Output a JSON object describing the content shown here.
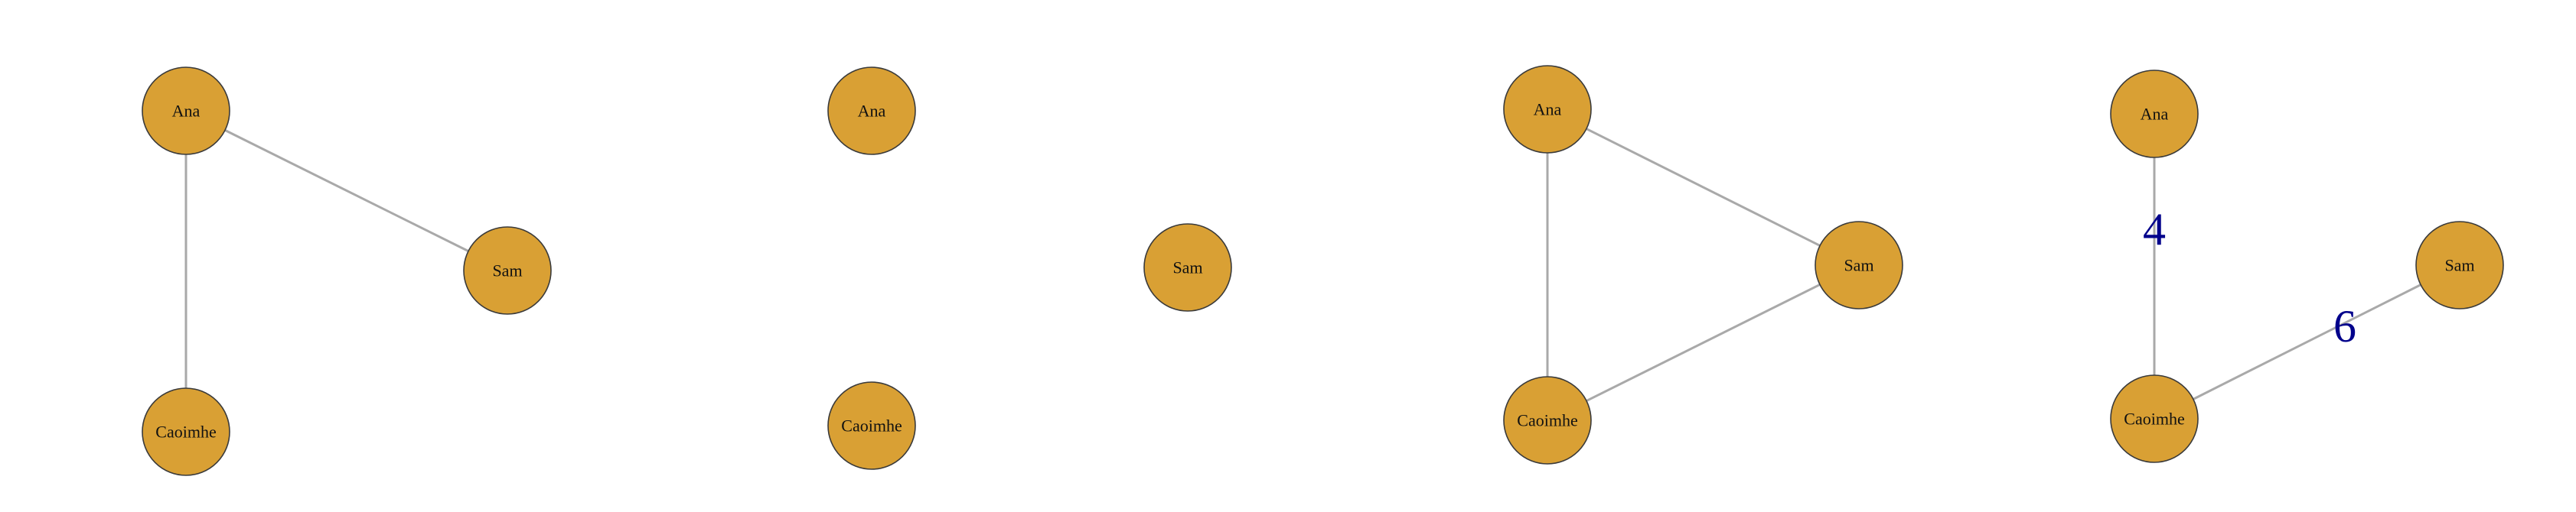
{
  "graphs": [
    {
      "nodes": [
        "Ana",
        "Sam",
        "Caoimhe"
      ],
      "edges": [
        {
          "from": "Ana",
          "to": "Sam",
          "label": ""
        },
        {
          "from": "Ana",
          "to": "Caoimhe",
          "label": ""
        }
      ]
    },
    {
      "nodes": [
        "Ana",
        "Sam",
        "Caoimhe"
      ],
      "edges": []
    },
    {
      "nodes": [
        "Ana",
        "Sam",
        "Caoimhe"
      ],
      "edges": [
        {
          "from": "Ana",
          "to": "Sam",
          "label": ""
        },
        {
          "from": "Ana",
          "to": "Caoimhe",
          "label": ""
        },
        {
          "from": "Sam",
          "to": "Caoimhe",
          "label": ""
        }
      ]
    },
    {
      "nodes": [
        "Ana",
        "Sam",
        "Caoimhe"
      ],
      "edges": [
        {
          "from": "Ana",
          "to": "Caoimhe",
          "label": "4"
        },
        {
          "from": "Caoimhe",
          "to": "Sam",
          "label": "6"
        }
      ]
    }
  ],
  "colors": {
    "node_fill": "#d9a034",
    "node_border": "#3a3a3a",
    "edge": "#a9a9a9",
    "edge_label": "#00008b"
  }
}
